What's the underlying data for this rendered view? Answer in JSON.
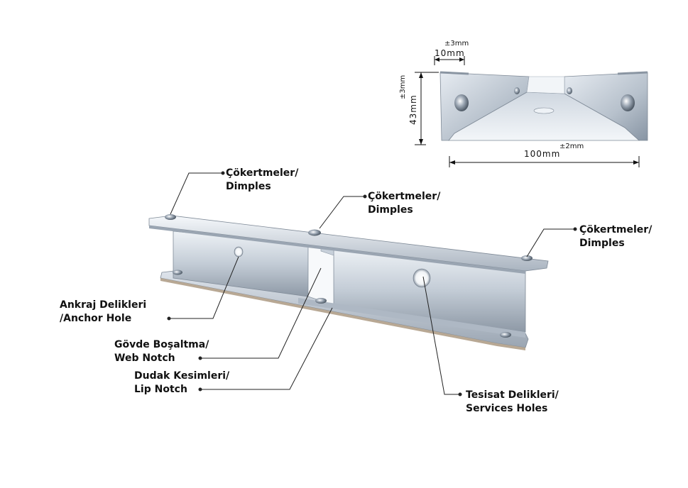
{
  "callouts": {
    "dimples_left": {
      "line1": "Çökertmeler/",
      "line2": "Dimples"
    },
    "dimples_mid": {
      "line1": "Çökertmeler/",
      "line2": "Dimples"
    },
    "dimples_right": {
      "line1": "Çökertmeler/",
      "line2": "Dimples"
    },
    "anchor_hole": {
      "line1": "Ankraj Delikleri",
      "line2": "/Anchor Hole"
    },
    "web_notch": {
      "line1": "Gövde Boşaltma/",
      "line2": "Web Notch"
    },
    "lip_notch": {
      "line1": "Dudak Kesimleri/",
      "line2": "Lip Notch"
    },
    "services_holes": {
      "line1": "Tesisat Delikleri/",
      "line2": "Services Holes"
    }
  },
  "dimensions": {
    "lip": {
      "value": "10mm",
      "tolerance": "±3mm"
    },
    "height": {
      "value": "43mm",
      "tolerance": "±3mm"
    },
    "width": {
      "value": "100mm",
      "tolerance": "±2mm"
    }
  },
  "colors": {
    "steel_light": "#e9eef4",
    "steel_mid": "#b9c3cf",
    "steel_dark": "#7d8896",
    "leader": "#222222"
  }
}
